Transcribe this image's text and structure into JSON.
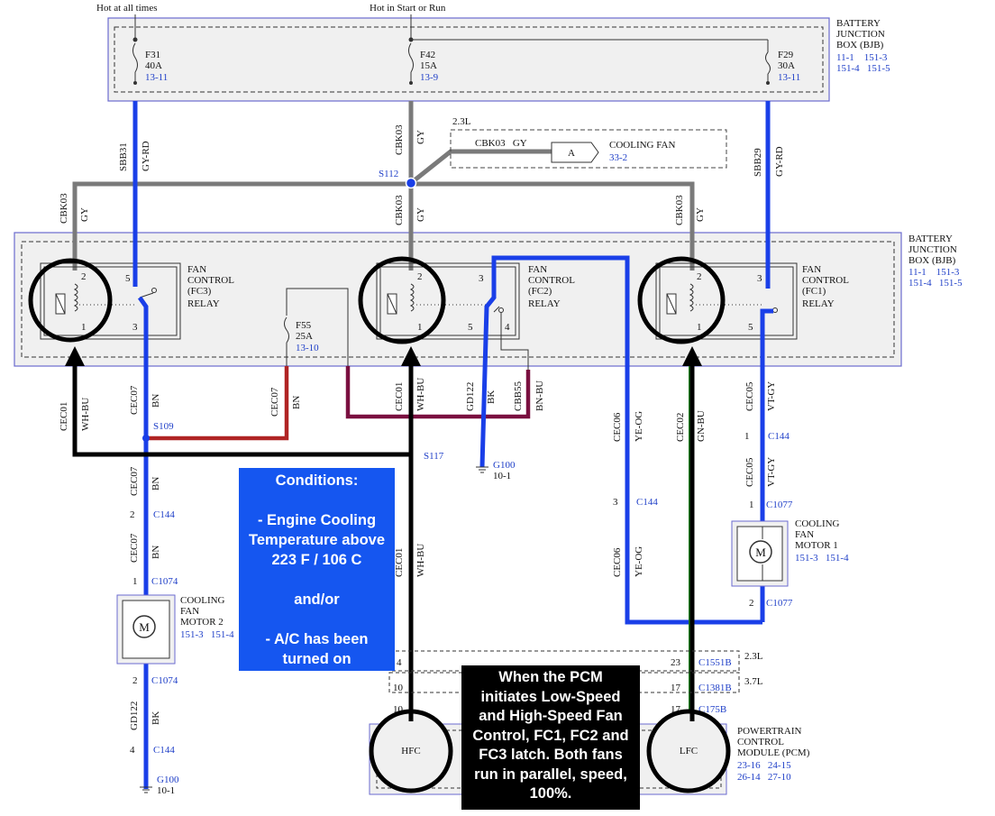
{
  "top_labels": {
    "hot_at_all_times": "Hot at all times",
    "hot_in_start_or_run": "Hot in Start or Run"
  },
  "bjb_top": {
    "title_lines": [
      "BATTERY",
      "JUNCTION",
      "BOX (BJB)"
    ],
    "refs_line1": "11-1    151-3",
    "refs_line2": "151-4   151-5"
  },
  "bjb_mid": {
    "title_lines": [
      "BATTERY",
      "JUNCTION",
      "BOX (BJB)"
    ],
    "refs_line1": "11-1    151-3",
    "refs_line2": "151-4   151-5"
  },
  "fuses": {
    "f31": {
      "name": "F31",
      "rating": "40A",
      "ref": "13-11"
    },
    "f42": {
      "name": "F42",
      "rating": "15A",
      "ref": "13-9"
    },
    "f29": {
      "name": "F29",
      "rating": "30A",
      "ref": "13-11"
    },
    "f55": {
      "name": "F55",
      "rating": "25A",
      "ref": "13-10"
    }
  },
  "wires": {
    "sbb31": "SBB31",
    "gy_rd": "GY-RD",
    "cbk03": "CBK03",
    "gy": "GY",
    "sbb29": "SBB29",
    "cec01": "CEC01",
    "wh_bu": "WH-BU",
    "cec07": "CEC07",
    "bn": "BN",
    "gd122": "GD122",
    "bk": "BK",
    "cbb55": "CBB55",
    "bn_bu": "BN-BU",
    "cec06": "CEC06",
    "ye_og": "YE-OG",
    "cec02": "CEC02",
    "gn_bu": "GN-BU",
    "cec05": "CEC05",
    "vt_gy": "VT-GY"
  },
  "option_23l": "2.3L",
  "cooling_fan_ref": {
    "wire": "CBK03   GY",
    "connector": "A",
    "label": "COOLING FAN",
    "ref": "33-2"
  },
  "splices": {
    "s112": "S112",
    "s109": "S109",
    "s117": "S117"
  },
  "relays": {
    "fc3": {
      "lines": [
        "FAN",
        "CONTROL",
        "(FC3)",
        "RELAY"
      ],
      "pins": [
        "2",
        "5",
        "1",
        "3"
      ]
    },
    "fc2": {
      "lines": [
        "FAN",
        "CONTROL",
        "(FC2)",
        "RELAY"
      ],
      "pins": [
        "2",
        "3",
        "1",
        "5",
        "4"
      ]
    },
    "fc1": {
      "lines": [
        "FAN",
        "CONTROL",
        "(FC1)",
        "RELAY"
      ],
      "pins": [
        "2",
        "3",
        "1",
        "5"
      ]
    }
  },
  "grounds": {
    "g100_mid": {
      "name": "G100",
      "ref": "10-1"
    },
    "g100_left": {
      "name": "G100",
      "ref": "10-1"
    }
  },
  "connectors": {
    "c144_a": {
      "pin": "1",
      "name": "C144"
    },
    "c144_b": {
      "pin": "2",
      "name": "C144"
    },
    "c144_c": {
      "pin": "3",
      "name": "C144"
    },
    "c144_d": {
      "pin": "4",
      "name": "C144"
    },
    "c1077_top": {
      "pin": "1",
      "name": "C1077"
    },
    "c1077_bot": {
      "pin": "2",
      "name": "C1077"
    },
    "c1074_top": {
      "pin": "1",
      "name": "C1074"
    },
    "c1074_bot": {
      "pin": "2",
      "name": "C1074"
    }
  },
  "motor1": {
    "lines": [
      "COOLING",
      "FAN",
      "MOTOR 1"
    ],
    "refs": "151-3   151-4",
    "symbol": "M"
  },
  "motor2": {
    "lines": [
      "COOLING",
      "FAN",
      "MOTOR 2"
    ],
    "refs": "151-3   151-4",
    "symbol": "M"
  },
  "pcm_connectors": {
    "c1551b": {
      "left_pin": "4",
      "right_pin": "23",
      "name": "C1551B",
      "engine": "2.3L"
    },
    "c1381b": {
      "left_pin": "10",
      "right_pin": "17",
      "name": "C1381B",
      "engine": "3.7L"
    },
    "c175b": {
      "left_pin": "10",
      "right_pin": "17",
      "name": "C175B"
    }
  },
  "pcm": {
    "lines": [
      "POWERTRAIN",
      "CONTROL",
      "MODULE (PCM)"
    ],
    "refs_line1": "23-16   24-15",
    "refs_line2": "26-14   27-10",
    "hfc": "HFC",
    "lfc": "LFC"
  },
  "conditions_box": {
    "lines": [
      "Conditions:",
      "",
      "- Engine Cooling",
      "Temperature above",
      "223 F / 106 C",
      "",
      "and/or",
      "",
      "- A/C has been",
      "turned on"
    ]
  },
  "pcm_note": {
    "lines": [
      "When the PCM",
      "initiates Low-Speed",
      "and High-Speed Fan",
      "Control, FC1, FC2 and",
      "FC3 latch. Both fans",
      "run in parallel, speed,",
      "100%."
    ]
  },
  "colors": {
    "wire_blue": "#1a3fe8",
    "wire_black": "#000000",
    "wire_gray": "#7a7a7a",
    "wire_red": "#c02020",
    "wire_maroon": "#7a1040",
    "label_blue": "#1f3fc8",
    "conditions_bg": "#1556f0",
    "note_bg": "#000000"
  }
}
